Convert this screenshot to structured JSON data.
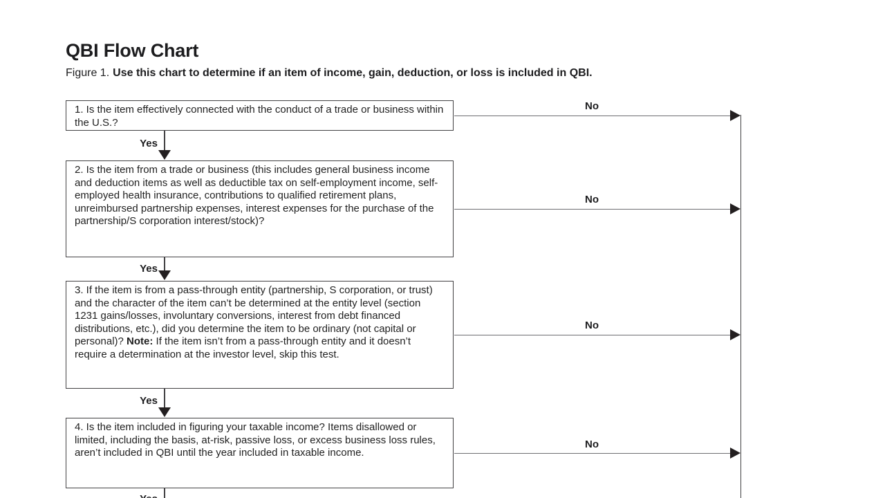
{
  "page": {
    "title": "QBI Flow Chart",
    "figure_label": "Figure 1.",
    "figure_caption": "Use this chart to determine if an item of income, gain, deduction, or loss is included in QBI."
  },
  "flowchart": {
    "yes_label": "Yes",
    "no_label": "No",
    "boxes": [
      {
        "id": "1",
        "text": "1. Is the item effectively connected with the conduct of a trade or business within the U.S.?"
      },
      {
        "id": "2",
        "text": "2. Is the item from a trade or business (this includes general business income and deduction items as well as deductible tax on self-employment income, self-employed health insurance, contributions to qualified retirement plans, unreimbursed partnership expenses, interest expenses for the purchase of the partnership/S corporation interest/stock)?"
      },
      {
        "id": "3",
        "text_before_note": "3. If the item is from a pass-through entity (partnership, S corporation, or trust) and the character of the item can’t be determined at the entity level (section 1231 gains/losses, involuntary conversions, interest from debt financed distributions, etc.), did you determine the item to be ordinary (not capital or personal)? ",
        "note_label": "Note:",
        "text_after_note": " If the item isn’t from a pass-through entity and it doesn’t require a determination at the investor level, skip this test."
      },
      {
        "id": "4",
        "text": "4. Is the item included in figuring your taxable income? Items disallowed or limited, including the basis, at-risk, passive loss, or excess business loss rules, aren’t included in QBI until the year included in taxable income."
      }
    ],
    "colors": {
      "box_border": "#414042",
      "connector_line": "#6d6e71",
      "arrowhead": "#231f20",
      "text": "#1f1f1f"
    }
  }
}
